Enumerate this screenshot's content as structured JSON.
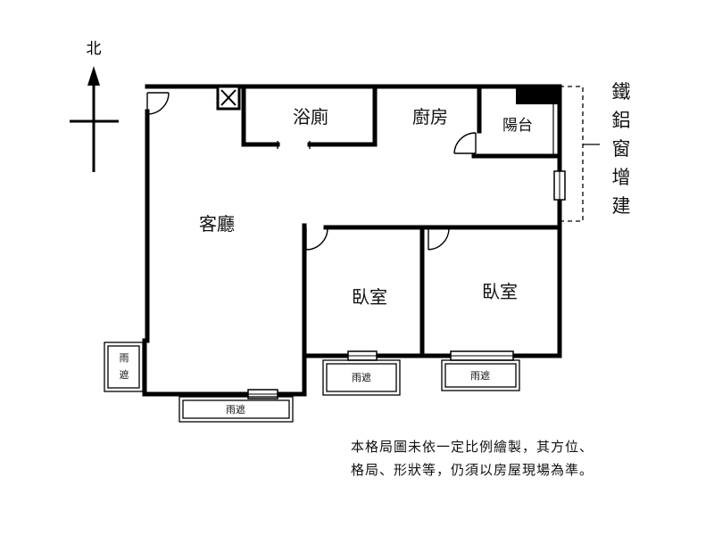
{
  "compass": {
    "north_label": "北"
  },
  "rooms": {
    "living": "客廳",
    "bathroom": "浴廁",
    "kitchen": "廚房",
    "balcony": "陽台",
    "bedroom_a": "臥室",
    "bedroom_b": "臥室"
  },
  "extension_label": "鐵鋁窗增建",
  "rain_shelter_label": "雨遮",
  "notes": {
    "line1": "本格局圖未依一定比例繪製，其方位、",
    "line2": "格局、形狀等，仍須以房屋現場為準。"
  }
}
